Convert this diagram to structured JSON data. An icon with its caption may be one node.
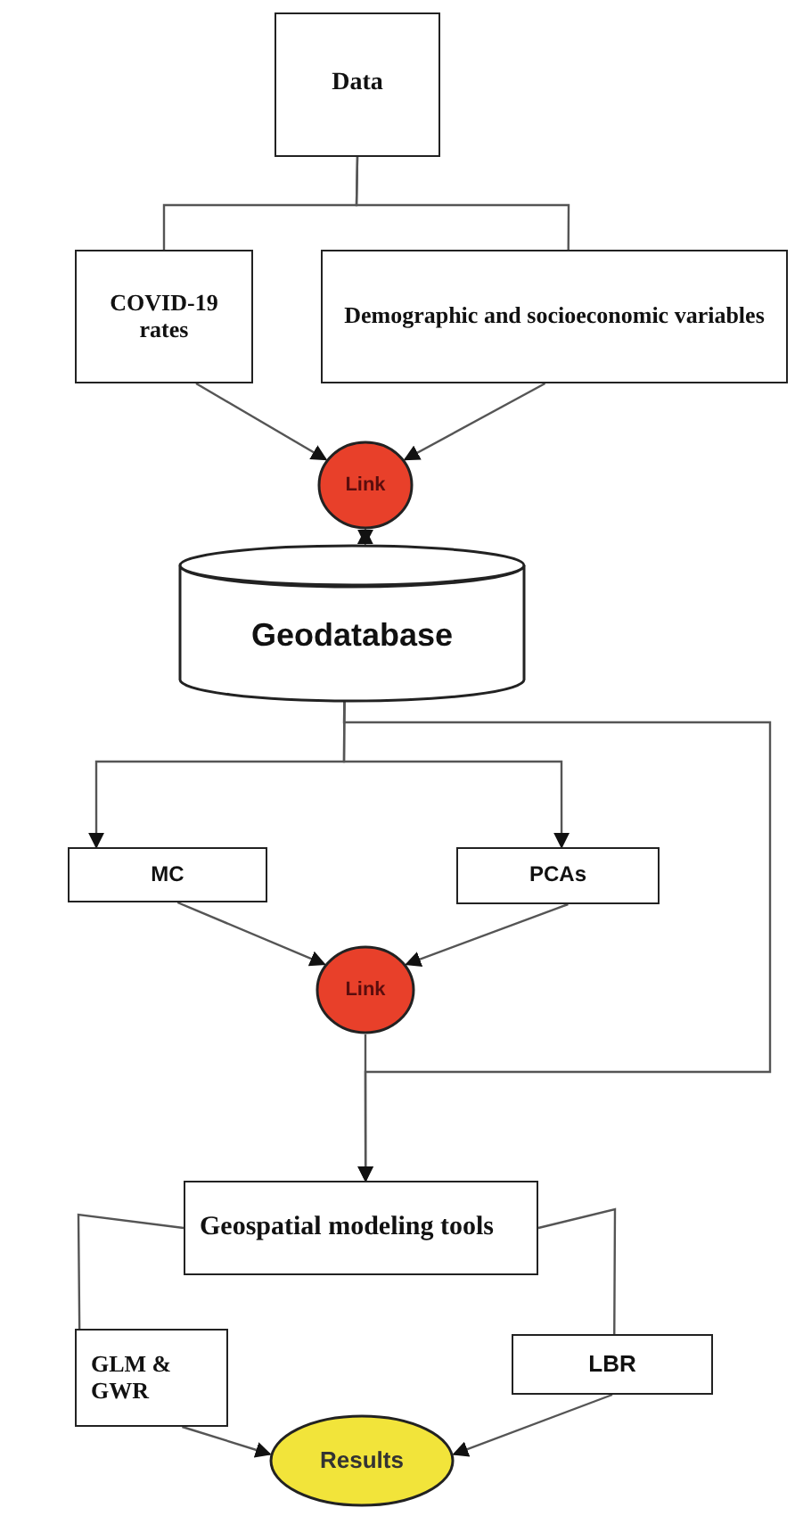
{
  "diagram": {
    "nodes": [
      {
        "text": [
          "Data"
        ]
      },
      {
        "text": [
          "COVID-19 rates"
        ]
      },
      {
        "text": [
          "Demographic and socioeconomic variables"
        ]
      },
      {
        "text": [
          "Link"
        ]
      },
      {
        "text": [
          "Geodatabase"
        ]
      },
      {
        "text": [
          "MC"
        ]
      },
      {
        "text": [
          "PCAs"
        ]
      },
      {
        "text": [
          "Link"
        ]
      },
      {
        "text": [
          "Geospatial modeling tools"
        ]
      },
      {
        "text": [
          "GLM & GWR"
        ]
      },
      {
        "text": [
          "LBR"
        ]
      },
      {
        "text": [
          "Results"
        ]
      }
    ],
    "edges": [
      {
        "from": 0,
        "to": 1,
        "arrow": "none"
      },
      {
        "from": 0,
        "to": 2,
        "arrow": "none"
      },
      {
        "from": 1,
        "to": 3,
        "arrow": "to"
      },
      {
        "from": 2,
        "to": 3,
        "arrow": "to"
      },
      {
        "from": 3,
        "to": 4,
        "arrow": "both"
      },
      {
        "from": 4,
        "to": 5,
        "arrow": "to"
      },
      {
        "from": 4,
        "to": 6,
        "arrow": "to"
      },
      {
        "from": 4,
        "to": 8,
        "arrow": "to"
      },
      {
        "from": 5,
        "to": 7,
        "arrow": "to"
      },
      {
        "from": 6,
        "to": 7,
        "arrow": "to"
      },
      {
        "from": 7,
        "to": 8,
        "arrow": "to"
      },
      {
        "from": 8,
        "to": 9,
        "arrow": "none"
      },
      {
        "from": 8,
        "to": 10,
        "arrow": "none"
      },
      {
        "from": 9,
        "to": 11,
        "arrow": "to"
      },
      {
        "from": 10,
        "to": 11,
        "arrow": "to"
      }
    ]
  }
}
